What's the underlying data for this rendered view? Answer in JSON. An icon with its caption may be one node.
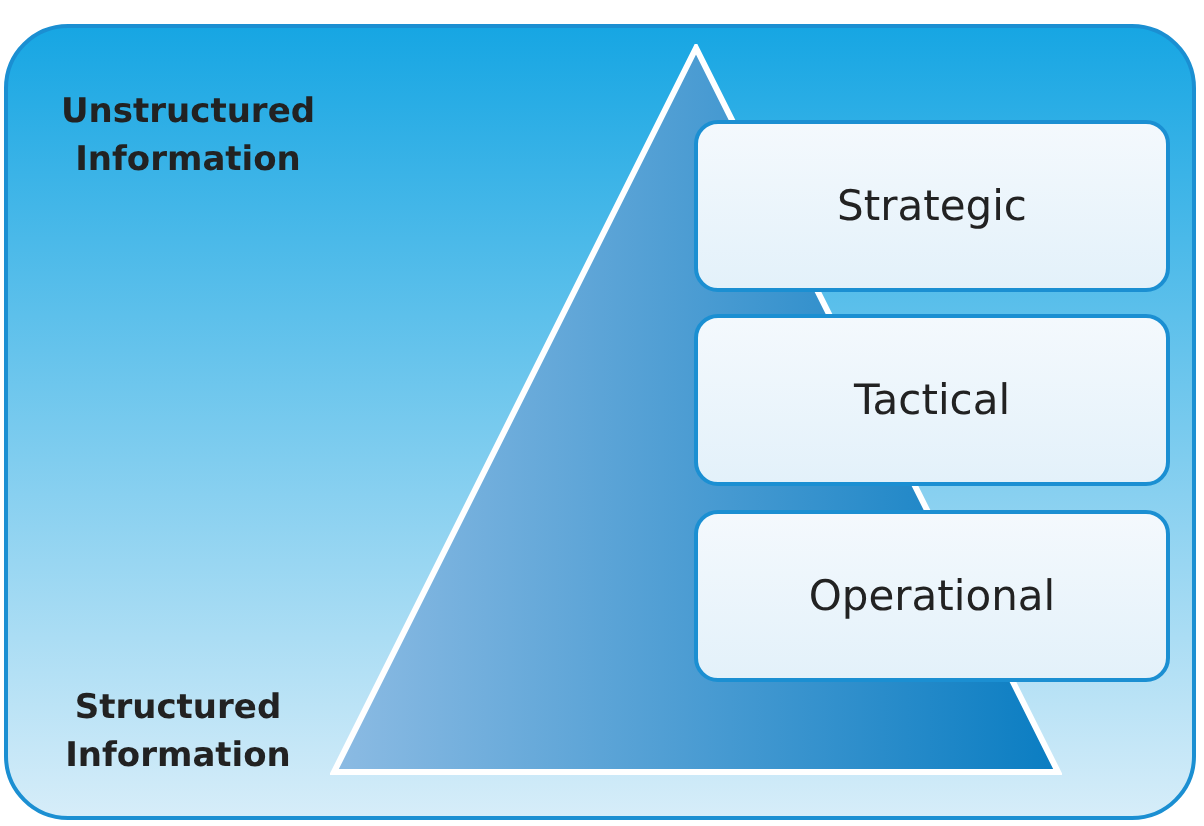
{
  "diagram": {
    "nodes": [
      {
        "text": [],
        "shape": "box"
      },
      {
        "text": [],
        "shape": "triangle",
        "in": 0
      },
      {
        "text": [
          "Strategic"
        ],
        "in": 0
      },
      {
        "text": [
          "Tactical"
        ],
        "in": 0
      },
      {
        "text": [
          "Operational"
        ],
        "in": 0
      }
    ],
    "labels": [
      "Unstructured Information",
      "Structured Information"
    ]
  }
}
